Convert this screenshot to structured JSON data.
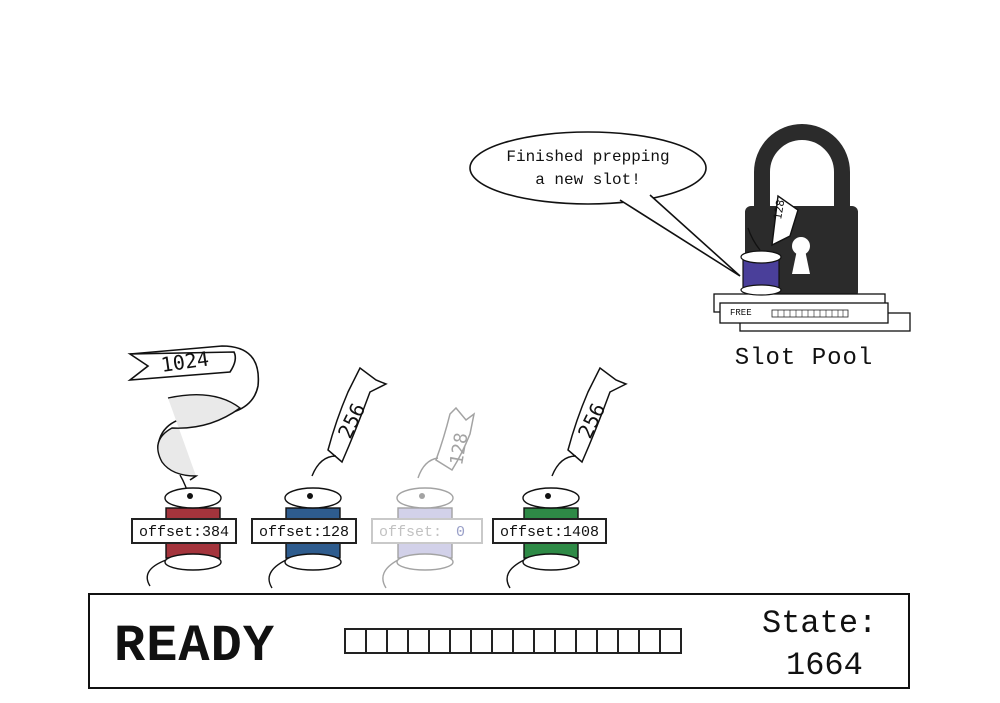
{
  "speech_bubble": {
    "line1": "Finished prepping",
    "line2": "a new slot!"
  },
  "slot_pool": {
    "label": "Slot Pool",
    "slot_status": "FREE",
    "spool_size": "128"
  },
  "spools": [
    {
      "size": "1024",
      "offset_label": "offset:",
      "offset_value": "384",
      "thread_color": "#a4343c",
      "faded": false
    },
    {
      "size": "256",
      "offset_label": "offset:",
      "offset_value": "128",
      "thread_color": "#2e5c8e",
      "faded": false
    },
    {
      "size": "128",
      "offset_label": "offset:",
      "offset_value": "0",
      "thread_color": "#8c88c8",
      "faded": true
    },
    {
      "size": "256",
      "offset_label": "offset:",
      "offset_value": "1408",
      "thread_color": "#2e8a46",
      "faded": false
    }
  ],
  "status": {
    "state_word": "READY",
    "progress_cells": 16,
    "progress_filled": 0,
    "state_label": "State:",
    "state_value": "1664"
  },
  "colors": {
    "lock": "#2b2b2b",
    "outline": "#111111"
  }
}
